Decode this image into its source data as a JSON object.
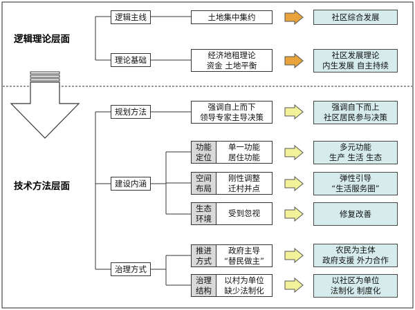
{
  "layers": {
    "theory": "逻辑理论层面",
    "method": "技术方法层面"
  },
  "theory": {
    "logic_main_line": {
      "label": "逻辑主线",
      "old": [
        "土地集中集约"
      ],
      "new": [
        "社区综合发展"
      ]
    },
    "theory_basis": {
      "label": "理论基础",
      "old": [
        "经济地租理论",
        "资金  土地平衡"
      ],
      "new": [
        "社区发展理论",
        "内生发展  自主持续"
      ]
    }
  },
  "method": {
    "planning": {
      "label": "规划方法",
      "old": [
        "强调自上而下",
        "领导专家主导决策"
      ],
      "new": [
        "强调自下而上",
        "社区居民参与决策"
      ]
    },
    "construction": {
      "label": "建设内涵",
      "rows": [
        {
          "sub": [
            "功能",
            "定位"
          ],
          "old": [
            "单一功能",
            "居住功能"
          ],
          "new": [
            "多元功能",
            "生产  生活  生态"
          ]
        },
        {
          "sub": [
            "空间",
            "布局"
          ],
          "old": [
            "刚性调整",
            "迁村并点"
          ],
          "new": [
            "弹性引导",
            "“生活服务圈”"
          ]
        },
        {
          "sub": [
            "生态",
            "环境"
          ],
          "old": [
            "受到忽视"
          ],
          "new": [
            "修复改善"
          ]
        }
      ]
    },
    "governance": {
      "label": "治理方式",
      "rows": [
        {
          "sub": [
            "推进",
            "方式"
          ],
          "old": [
            "政府主导",
            "“替民做主”"
          ],
          "new": [
            "农民为主体",
            "政府支援  外力合作"
          ]
        },
        {
          "sub": [
            "治理",
            "结构"
          ],
          "old": [
            "以村为单位",
            "缺少法制化"
          ],
          "new": [
            "以社区为单位",
            "法制化  制度化"
          ]
        }
      ]
    }
  },
  "colors": {
    "top_arrow": "#e8a33c",
    "bottom_arrow": "#f2f29a",
    "result_box": "#d6ecec",
    "sub_box": "#d9d9d9"
  }
}
